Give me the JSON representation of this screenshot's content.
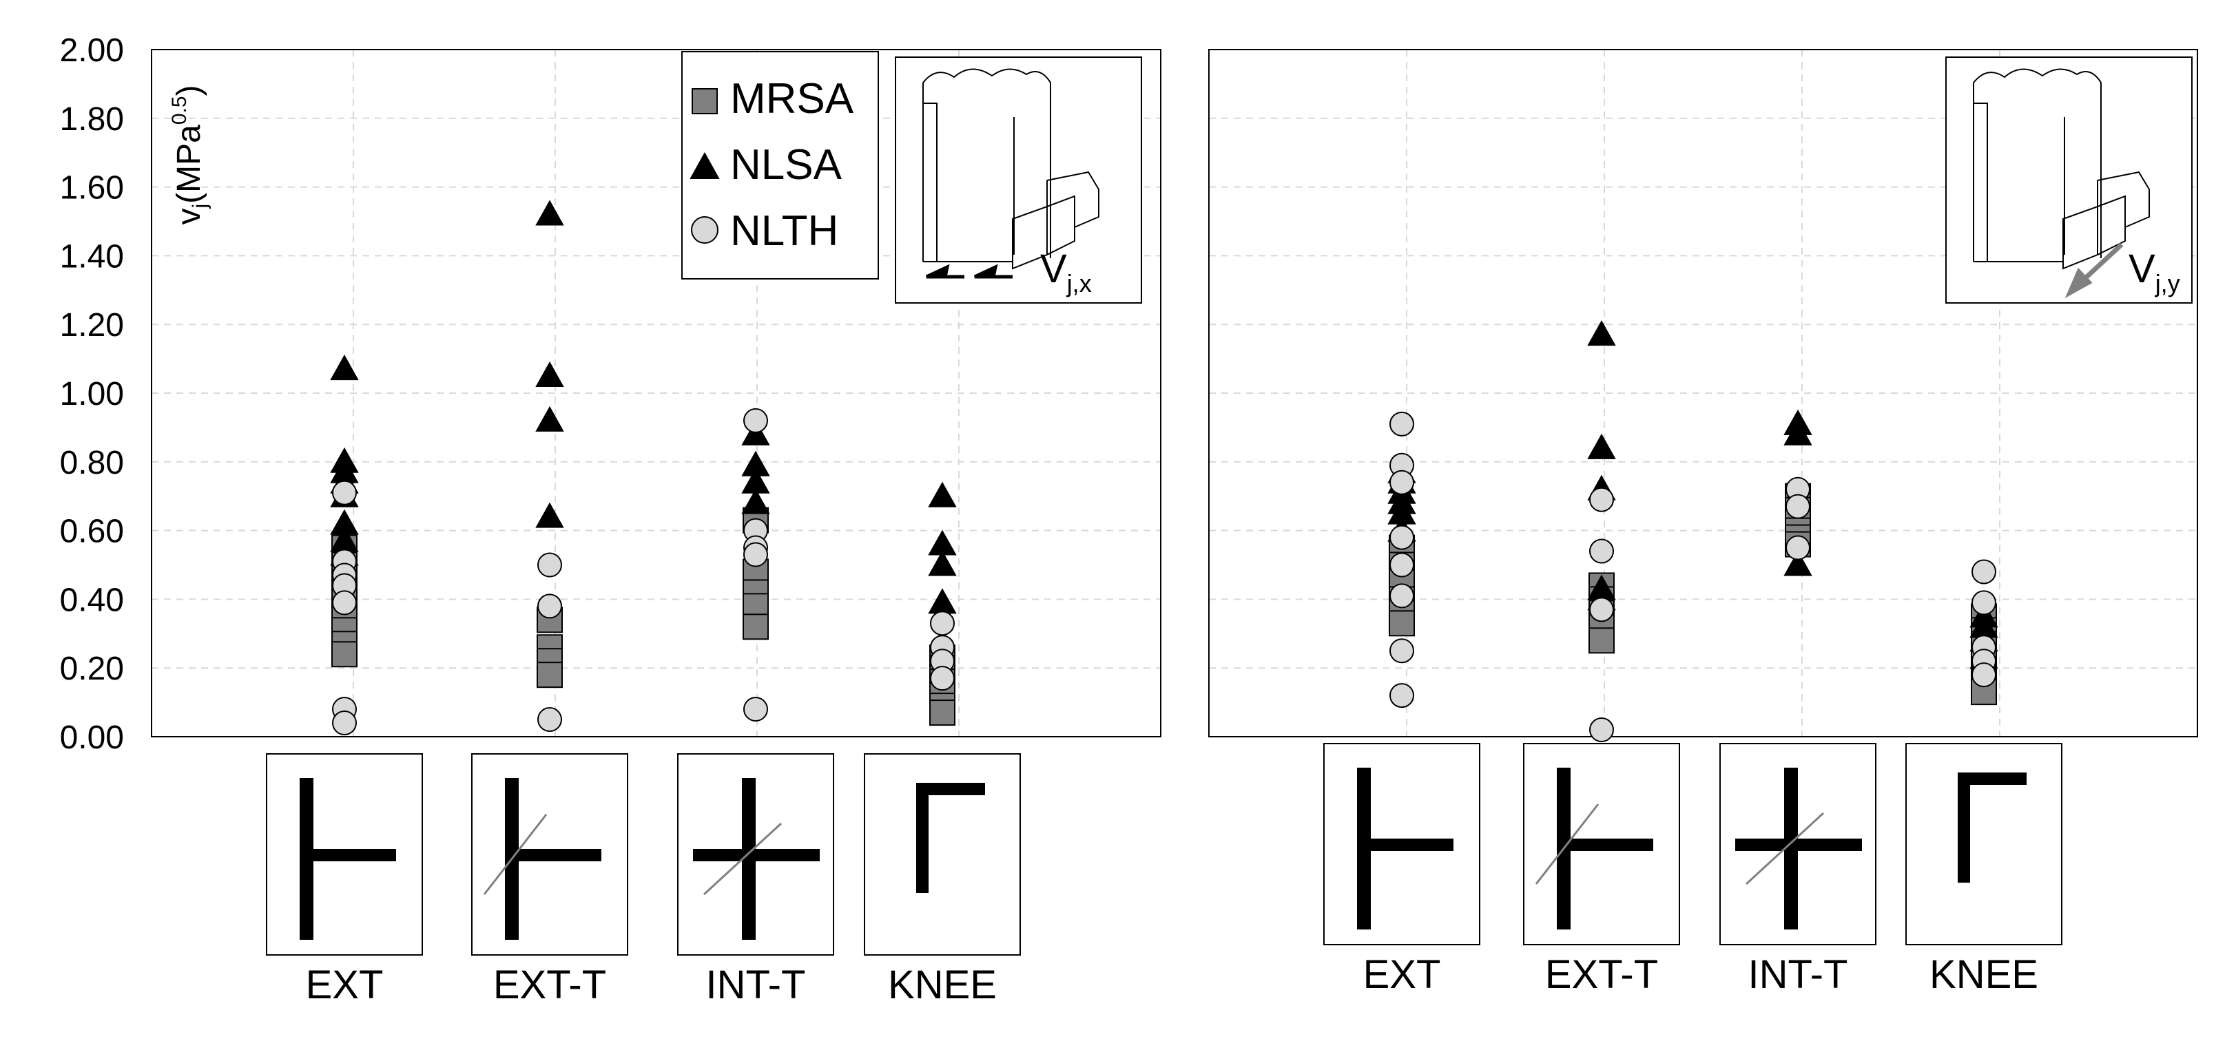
{
  "figure": {
    "ytick_labels": [
      "0.00",
      "0.20",
      "0.40",
      "0.60",
      "0.80",
      "1.00",
      "1.20",
      "1.40",
      "1.60",
      "1.80",
      "2.00"
    ],
    "categories": [
      "EXT",
      "EXT-T",
      "INT-T",
      "KNEE"
    ],
    "legend": [
      {
        "label": "MRSA",
        "marker": "square",
        "color": "#808080"
      },
      {
        "label": "NLSA",
        "marker": "triangle",
        "color": "#000000"
      },
      {
        "label": "NLTH",
        "marker": "circle",
        "color": "#d9d9d9"
      }
    ],
    "colors": {
      "grid": "#d9d9d9",
      "axis": "#000000",
      "mrsa": "#808080",
      "nlsa": "#000000",
      "nlth": "#d9d9d9"
    }
  },
  "chart_data": [
    {
      "type": "scatter",
      "ylabel_main": "v",
      "ylabel_sub": "j",
      "ylabel_unit": "(MPa",
      "ylabel_sup": "0.5",
      "ylabel_close": ")",
      "ylim": [
        0,
        2.0
      ],
      "grid": true,
      "legend_position": "top-right",
      "inset_label": "V",
      "inset_sub": "j,x",
      "categories": [
        "EXT",
        "EXT-T",
        "INT-T",
        "KNEE"
      ],
      "series": [
        {
          "name": "MRSA",
          "values": [
            [
              0.55,
              0.5,
              0.45,
              0.4,
              0.35,
              0.31,
              0.27,
              0.24
            ],
            [
              0.34,
              0.26,
              0.22,
              0.18
            ],
            [
              0.63,
              0.48,
              0.42,
              0.38,
              0.32
            ],
            [
              0.23,
              0.2,
              0.16,
              0.12,
              0.09,
              0.07
            ]
          ]
        },
        {
          "name": "NLSA",
          "values": [
            [
              1.07,
              0.8,
              0.77,
              0.74,
              0.7,
              0.62,
              0.57,
              0.53
            ],
            [
              1.52,
              1.05,
              0.92,
              0.64
            ],
            [
              0.88,
              0.79,
              0.74,
              0.68
            ],
            [
              0.7,
              0.56,
              0.5,
              0.39
            ]
          ]
        },
        {
          "name": "NLTH",
          "values": [
            [
              0.71,
              0.51,
              0.47,
              0.44,
              0.39,
              0.08,
              0.04
            ],
            [
              0.5,
              0.38,
              0.05
            ],
            [
              0.92,
              0.6,
              0.55,
              0.53,
              0.08
            ],
            [
              0.33,
              0.26,
              0.22,
              0.17
            ]
          ]
        }
      ]
    },
    {
      "type": "scatter",
      "ylim": [
        0,
        2.0
      ],
      "grid": true,
      "inset_label": "V",
      "inset_sub": "j,y",
      "categories": [
        "EXT",
        "EXT-T",
        "INT-T",
        "KNEE"
      ],
      "series": [
        {
          "name": "MRSA",
          "values": [
            [
              0.55,
              0.5,
              0.45,
              0.4,
              0.36,
              0.33
            ],
            [
              0.44,
              0.4,
              0.36,
              0.32,
              0.28
            ],
            [
              0.7,
              0.66,
              0.63,
              0.6,
              0.58,
              0.56
            ],
            [
              0.35,
              0.31,
              0.27,
              0.23,
              0.19,
              0.16,
              0.13
            ]
          ]
        },
        {
          "name": "NLSA",
          "values": [
            [
              0.77,
              0.74,
              0.71,
              0.68,
              0.65,
              0.6
            ],
            [
              1.17,
              0.84,
              0.72,
              0.43,
              0.4
            ],
            [
              0.91,
              0.88,
              0.5
            ],
            [
              0.35,
              0.32,
              0.28,
              0.23
            ]
          ]
        },
        {
          "name": "NLTH",
          "values": [
            [
              0.91,
              0.79,
              0.74,
              0.58,
              0.5,
              0.41,
              0.25,
              0.12
            ],
            [
              0.69,
              0.54,
              0.37,
              0.02
            ],
            [
              0.72,
              0.67,
              0.55
            ],
            [
              0.48,
              0.39,
              0.26,
              0.22,
              0.18
            ]
          ]
        }
      ]
    }
  ]
}
